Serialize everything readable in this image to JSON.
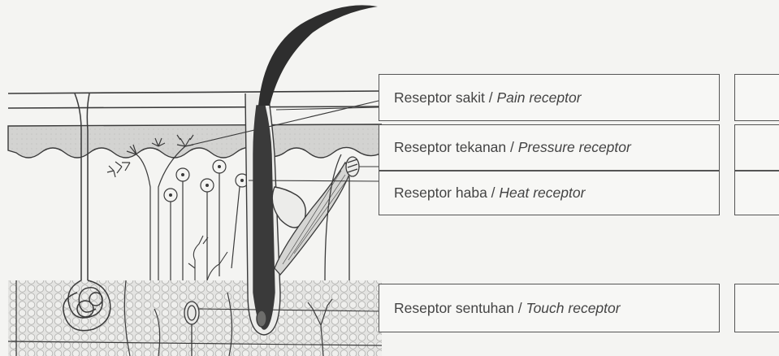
{
  "labels": [
    {
      "malay": "Reseptor sakit",
      "sep": " / ",
      "english": "Pain receptor"
    },
    {
      "malay": "Reseptor tekanan",
      "sep": " / ",
      "english": "Pressure receptor"
    },
    {
      "malay": "Reseptor haba",
      "sep": " / ",
      "english": "Heat receptor"
    },
    {
      "malay": "Reseptor sentuhan",
      "sep": " / ",
      "english": "Touch receptor"
    }
  ],
  "colors": {
    "line": "#3a3a3a",
    "dermis_band": "#d6d6d4",
    "fat_layer": "#e2e2e0",
    "hair": "#2e2e2e"
  }
}
